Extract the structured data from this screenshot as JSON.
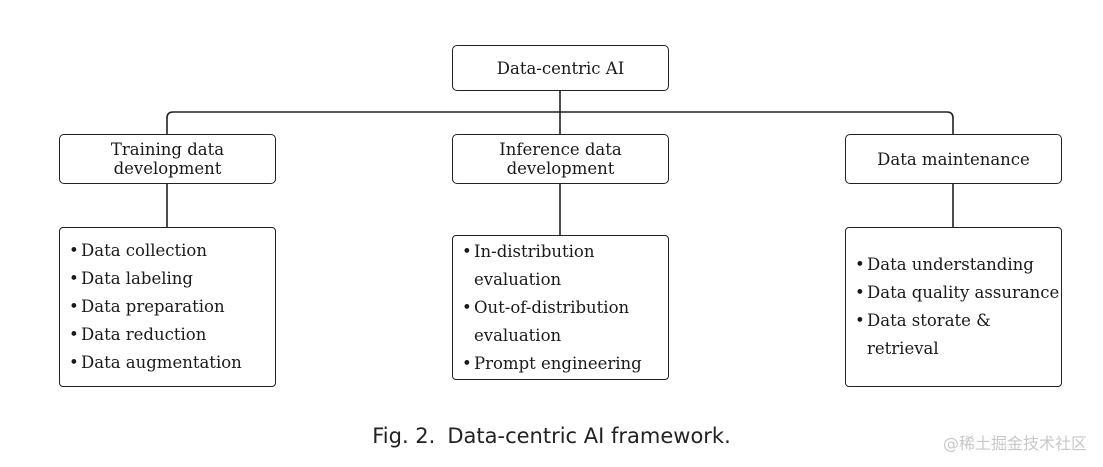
{
  "root": {
    "label": "Data-centric AI"
  },
  "branches": [
    {
      "label": "Training data\ndevelopment",
      "items": [
        "Data collection",
        "Data labeling",
        "Data preparation",
        "Data reduction",
        "Data augmentation"
      ]
    },
    {
      "label": "Inference data\ndevelopment",
      "items": [
        "In-distribution\nevaluation",
        "Out-of-distribution\nevaluation",
        "Prompt engineering"
      ]
    },
    {
      "label": "Data maintenance",
      "items": [
        "Data understanding",
        "Data quality assurance",
        "Data storate & retrieval"
      ]
    }
  ],
  "caption": {
    "number": "Fig. 2.",
    "text": "Data-centric AI framework."
  },
  "watermark": "@稀土掘金技术社区"
}
